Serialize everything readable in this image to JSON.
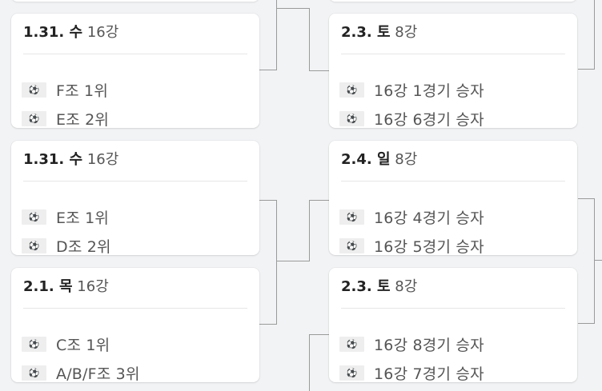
{
  "matches": [
    {
      "date": "1.31. 수",
      "round": "16강",
      "team1": {
        "flag": "⚽",
        "name": "F조 1위"
      },
      "team2": {
        "flag": "⚽",
        "name": "E조 2위"
      }
    },
    {
      "date": "1.31. 수",
      "round": "16강",
      "team1": {
        "flag": "⚽",
        "name": "E조 1위"
      },
      "team2": {
        "flag": "⚽",
        "name": "D조 2위"
      }
    },
    {
      "date": "2.1. 목",
      "round": "16강",
      "team1": {
        "flag": "⚽",
        "name": "C조 1위"
      },
      "team2": {
        "flag": "⚽",
        "name": "A/B/F조 3위"
      }
    },
    {
      "date": "2.3. 토",
      "round": "8강",
      "team1": {
        "flag": "⚽",
        "name": "16강 1경기 승자"
      },
      "team2": {
        "flag": "⚽",
        "name": "16강 6경기 승자"
      }
    },
    {
      "date": "2.4. 일",
      "round": "8강",
      "team1": {
        "flag": "⚽",
        "name": "16강 4경기 승자"
      },
      "team2": {
        "flag": "⚽",
        "name": "16강 5경기 승자"
      }
    },
    {
      "date": "2.3. 토",
      "round": "8강",
      "team1": {
        "flag": "⚽",
        "name": "16강 8경기 승자"
      },
      "team2": {
        "flag": "⚽",
        "name": "16강 7경기 승자"
      }
    }
  ]
}
